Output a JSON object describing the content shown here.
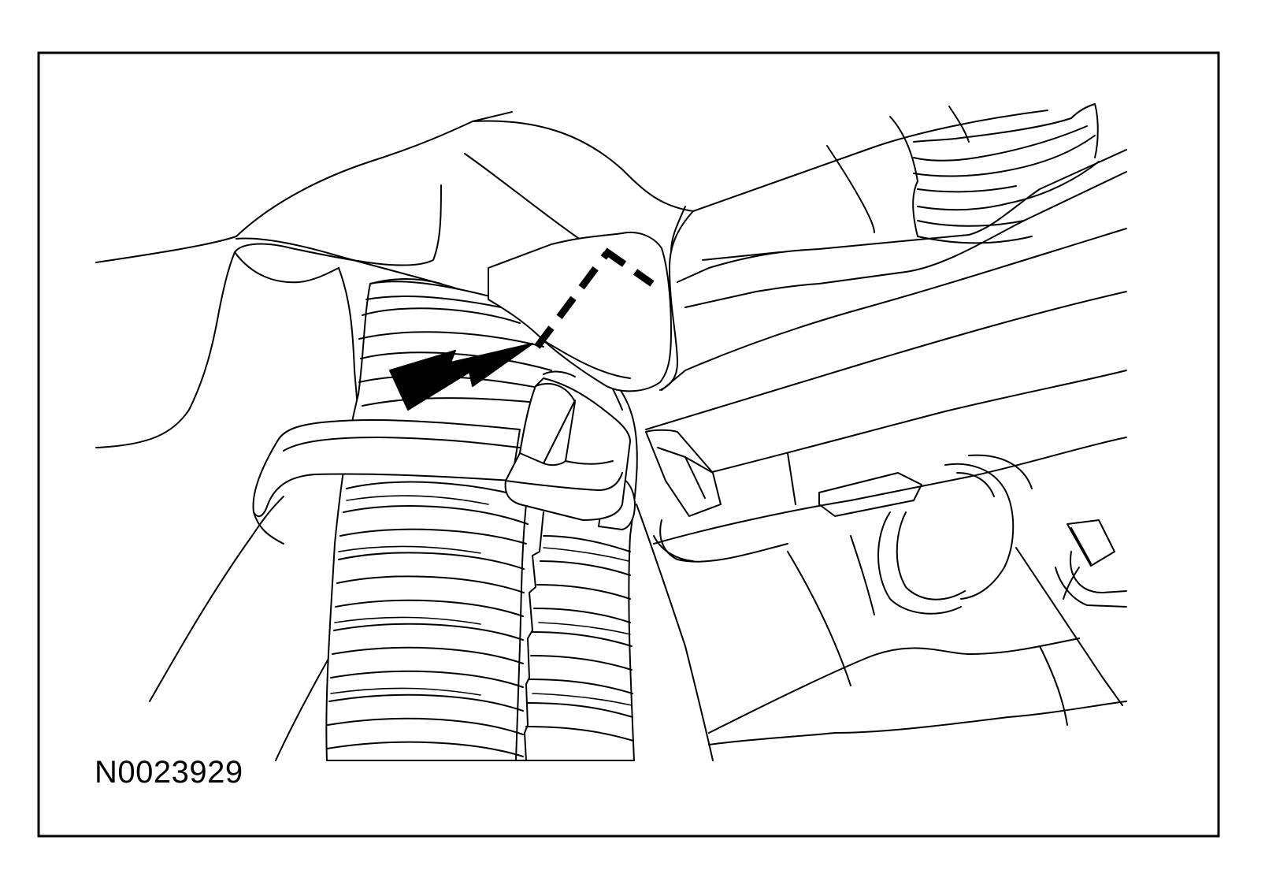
{
  "figure": {
    "id": "N0023929",
    "colors": {
      "line": "#000000",
      "background": "#ffffff"
    },
    "depicts": [
      "corrugated-wiring-harness-conduit",
      "cable-tie-strap",
      "cable-tie-locking-head",
      "bracket-body",
      "cut-line",
      "cut-direction-arrow"
    ]
  }
}
